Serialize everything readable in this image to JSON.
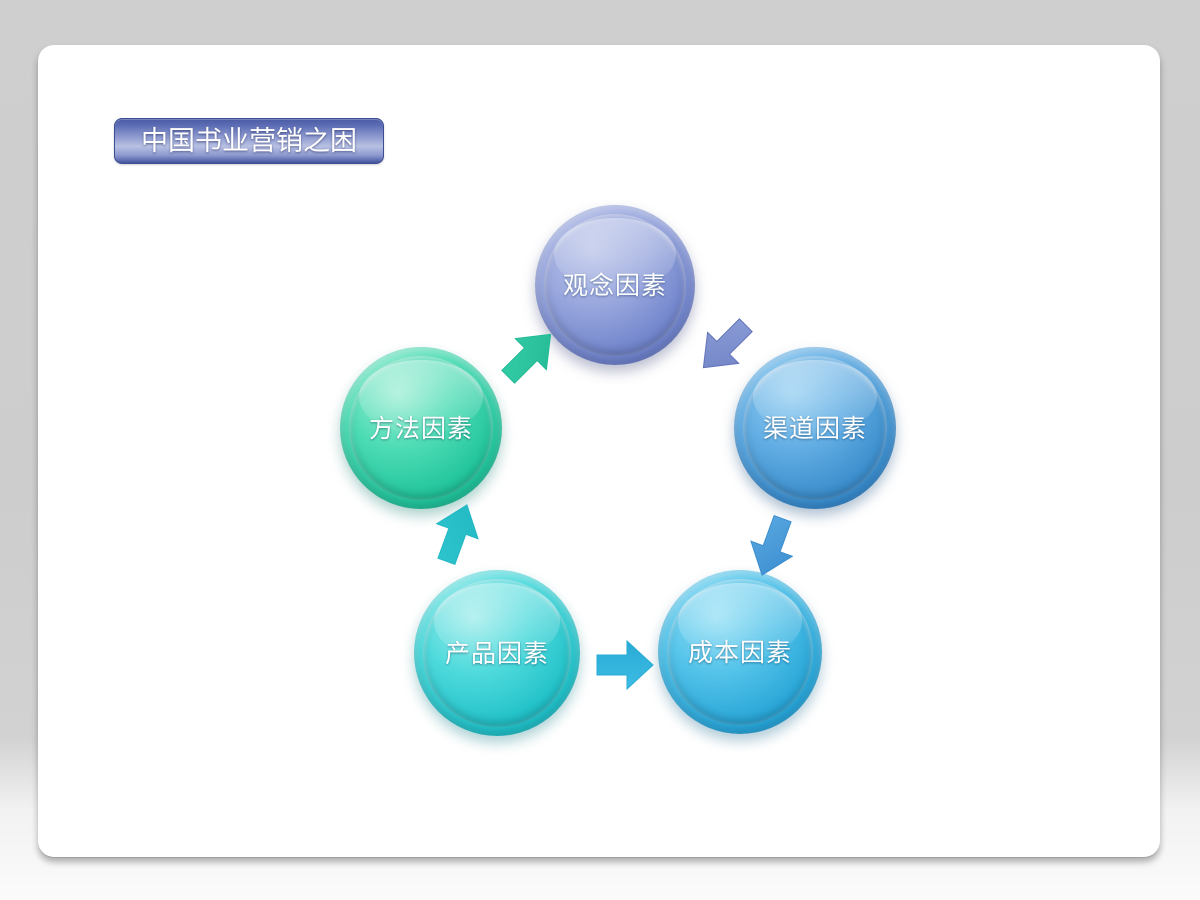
{
  "slide": {
    "title": "中国书业营销之困",
    "background_color": "#ffffff",
    "outer_background_color": "#cfcfcf"
  },
  "title_badge": {
    "label": "中国书业营销之困",
    "fill_top_color": "#4a5ba4",
    "fill_mid_color": "#b8c0e2",
    "fill_bottom_color": "#44559f",
    "border_color": "#3c4d93",
    "text_color": "#ffffff"
  },
  "diagram": {
    "type": "cycle",
    "direction": "clockwise",
    "node_count": 5,
    "nodes": [
      {
        "id": "node-concept",
        "label": "观念因素",
        "position": "top",
        "color_light": "#a6b2e2",
        "color_mid": "#7d8ed4",
        "color_dark": "#5f73be",
        "text_color": "#ffffff"
      },
      {
        "id": "node-channel",
        "label": "渠道因素",
        "position": "right",
        "color_light": "#7fc1ee",
        "color_mid": "#4e9edd",
        "color_dark": "#2f7fc4",
        "text_color": "#ffffff"
      },
      {
        "id": "node-cost",
        "label": "成本因素",
        "position": "bottom-right",
        "color_light": "#7bd4f0",
        "color_mid": "#3ebbe6",
        "color_dark": "#1e9fd2",
        "text_color": "#ffffff"
      },
      {
        "id": "node-product",
        "label": "产品因素",
        "position": "bottom-left",
        "color_light": "#80e3e1",
        "color_mid": "#34cfd3",
        "color_dark": "#18b2ba",
        "text_color": "#ffffff"
      },
      {
        "id": "node-method",
        "label": "方法因素",
        "position": "left",
        "color_light": "#7fe3c8",
        "color_mid": "#35cfa8",
        "color_dark": "#1eb692",
        "text_color": "#ffffff"
      }
    ],
    "arrows": [
      {
        "id": "arrow-concept-to-channel",
        "from": "node-concept",
        "to": "node-channel",
        "direction": "down-right",
        "color": "#7e90cf"
      },
      {
        "id": "arrow-channel-to-cost",
        "from": "node-channel",
        "to": "node-cost",
        "direction": "down-left",
        "color": "#4a9bd8"
      },
      {
        "id": "arrow-cost-to-product",
        "from": "node-cost",
        "to": "node-product",
        "direction": "left",
        "color": "#31b5de"
      },
      {
        "id": "arrow-product-to-method",
        "from": "node-product",
        "to": "node-method",
        "direction": "up-right",
        "color": "#2ac3c9"
      },
      {
        "id": "arrow-method-to-concept",
        "from": "node-method",
        "to": "node-concept",
        "direction": "up-right",
        "color": "#2ec5a3"
      }
    ]
  }
}
